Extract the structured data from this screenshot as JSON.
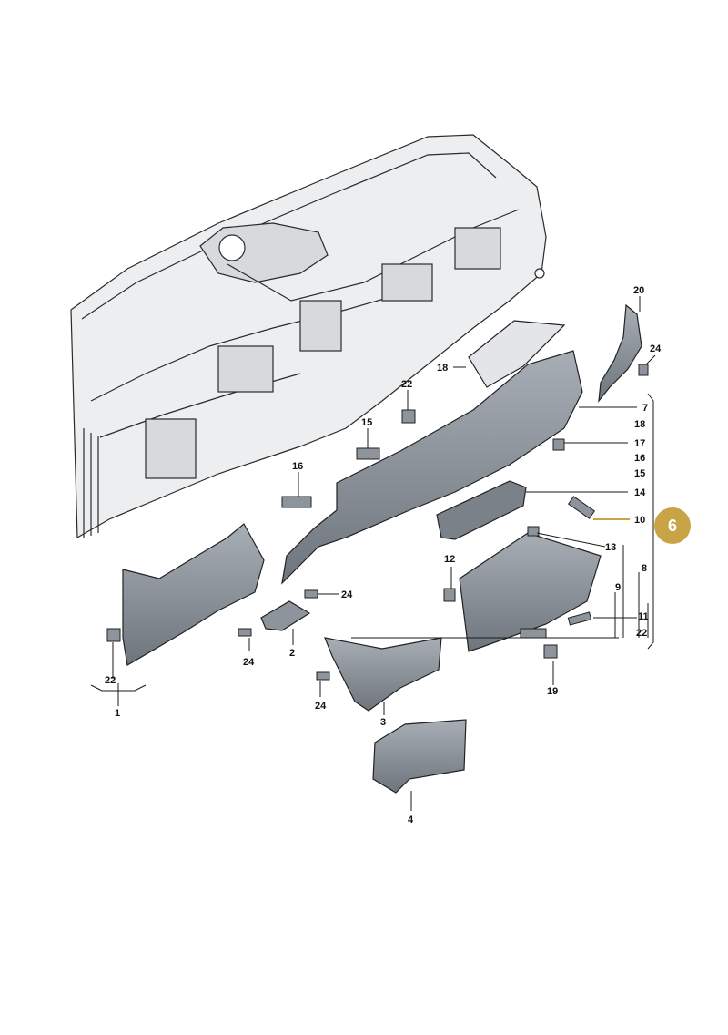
{
  "labels": {
    "l1": "1",
    "l2": "2",
    "l3": "3",
    "l4": "4",
    "l6": "6",
    "l7": "7",
    "l8": "8",
    "l9": "9",
    "l10": "10",
    "l11": "11",
    "l12": "12",
    "l13": "13",
    "l14": "14",
    "l15a": "15",
    "l15b": "15",
    "l16a": "16",
    "l16b": "16",
    "l17": "17",
    "l18a": "18",
    "l18b": "18",
    "l19": "19",
    "l20": "20",
    "l22a": "22",
    "l22b": "22",
    "l22c": "22",
    "l24a": "24",
    "l24b": "24",
    "l24c": "24",
    "l24d": "24"
  },
  "colors": {
    "highlight": "#c9a447",
    "part_fill": "#8d949c",
    "frame_fill": "#eceef0",
    "line": "#1a1a1a"
  }
}
